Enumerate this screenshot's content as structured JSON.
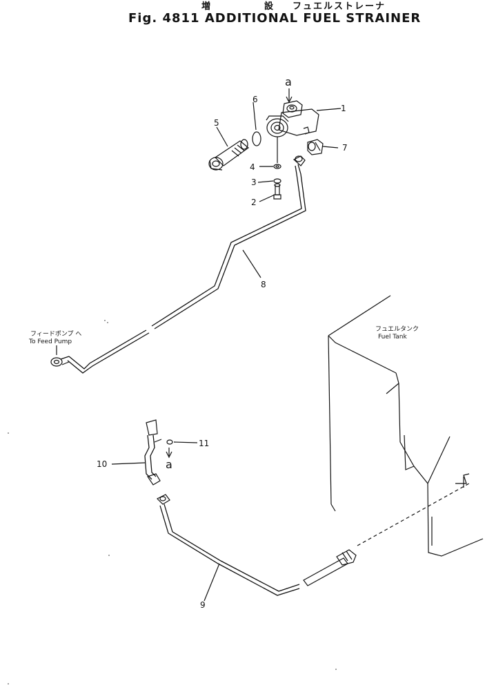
{
  "title": {
    "jp_kanji_1": "増",
    "jp_kanji_2": "設",
    "jp_kana": "フュエルストレーナ",
    "english": "Fig. 4811 ADDITIONAL FUEL STRAINER"
  },
  "callouts": {
    "c1": "1",
    "c2": "2",
    "c3": "3",
    "c4": "4",
    "c5": "5",
    "c6": "6",
    "c7": "7",
    "c8": "8",
    "c9": "9",
    "c10": "10",
    "c11": "11",
    "a_top": "a",
    "a_bottom": "a"
  },
  "notes": {
    "feed_pump_jp": "フィードポンプ へ",
    "feed_pump_en": "To Feed Pump",
    "fuel_tank_jp": "フュエルタンク",
    "fuel_tank_en": "Fuel Tank"
  }
}
